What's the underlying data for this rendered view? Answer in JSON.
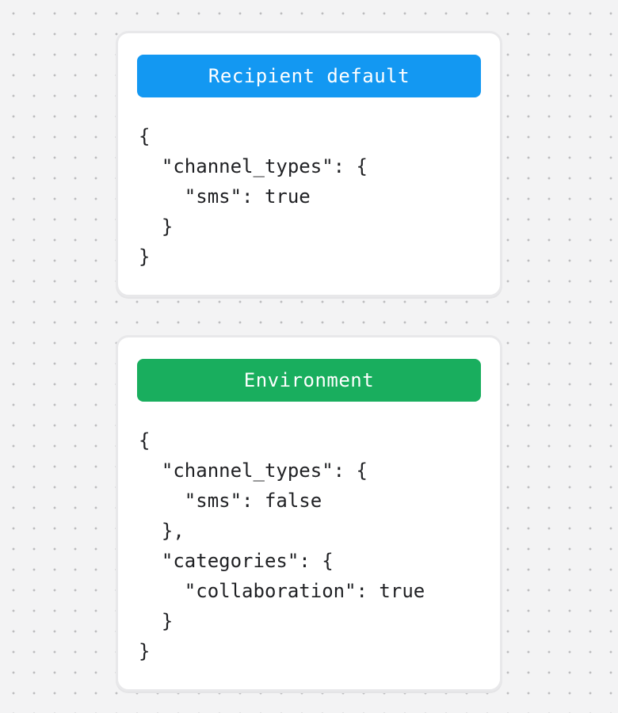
{
  "background": {
    "color": "#f3f3f4",
    "dot_color": "#bcbcbe",
    "card_border_color": "#e8e8ea",
    "code_text_color": "#1f2023"
  },
  "cards": [
    {
      "header": "Recipient default",
      "header_color": "#1398f2",
      "header_text_color": "#ffffff",
      "code_lines": [
        "{",
        "  \"channel_types\": {",
        "    \"sms\": true",
        "  }",
        "}"
      ]
    },
    {
      "header": "Environment",
      "header_color": "#19ae5e",
      "header_text_color": "#ffffff",
      "code_lines": [
        "{",
        "  \"channel_types\": {",
        "    \"sms\": false",
        "  },",
        "  \"categories\": {",
        "    \"collaboration\": true",
        "  }",
        "}"
      ]
    }
  ]
}
